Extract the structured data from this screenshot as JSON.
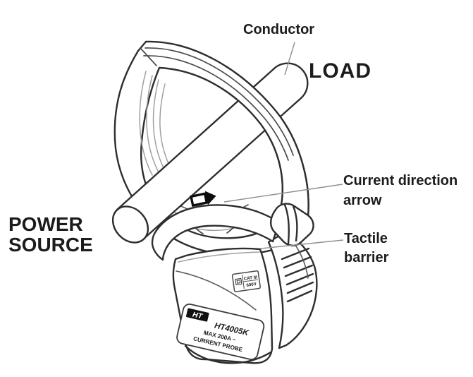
{
  "figure": {
    "type": "technical-diagram",
    "subject": "Clamp-on current probe connected around a conductor between power source and load",
    "annotations": {
      "conductor": "Conductor",
      "load": "LOAD",
      "power_source": "POWER SOURCE",
      "current_direction_arrow": "Current direction arrow",
      "tactile_barrier": "Tactile barrier"
    },
    "probe_markings": {
      "brand": "HT",
      "model": "HT4005K",
      "rating": "MAX 200A ~",
      "product": "CURRENT PROBE",
      "safety_category": "CAT III",
      "safety_voltage": "600V"
    },
    "icons": {
      "current_direction_arrow_icon": "black block arrow on clamp jaw",
      "double_insulation_icon": "square-in-square class II symbol"
    },
    "colors": {
      "background": "#ffffff",
      "line_art": "#2e2e2e",
      "line_art_light": "#a0a0a0",
      "leader_line": "#8f8f8f",
      "label_text": "#1c1c1c"
    }
  }
}
